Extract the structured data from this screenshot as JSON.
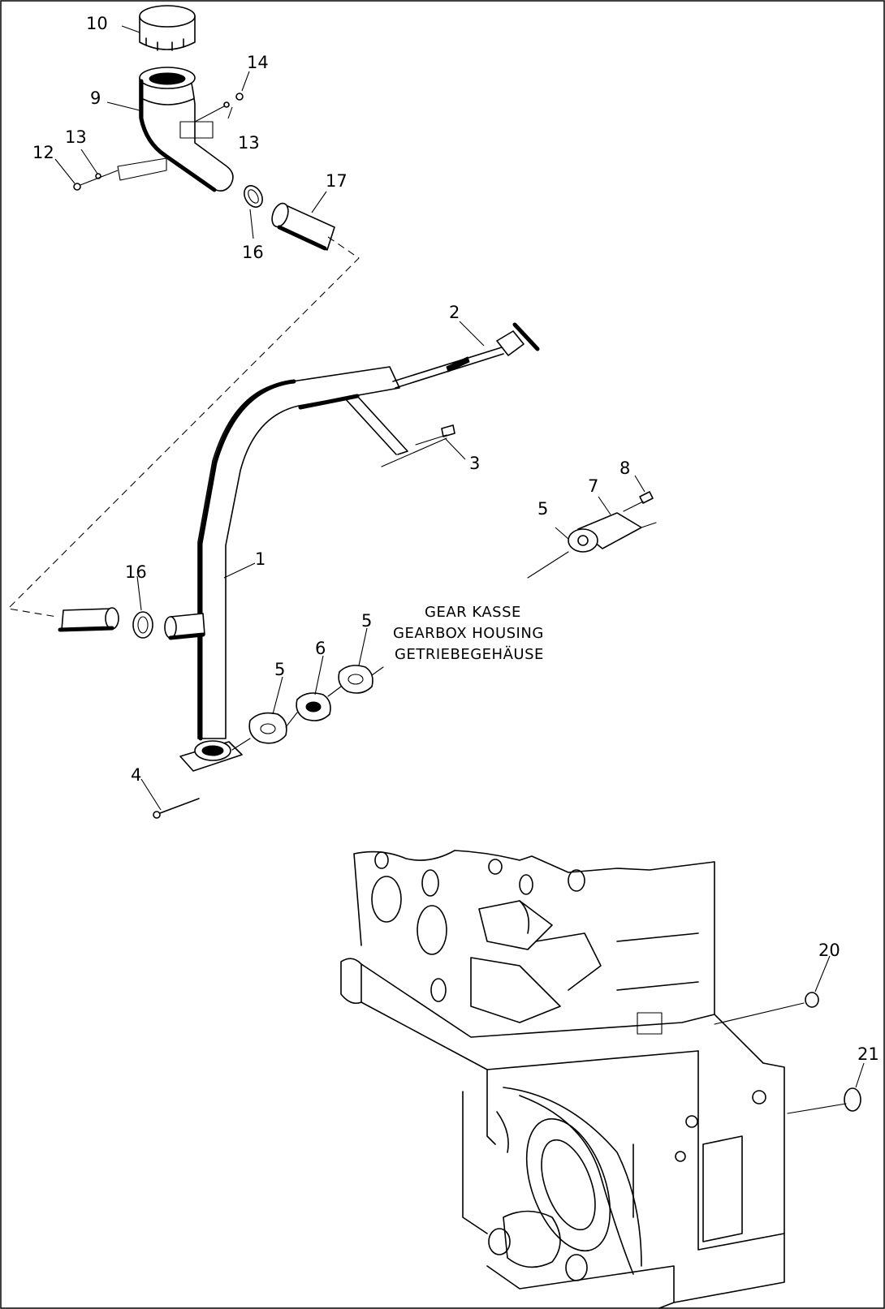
{
  "callouts": {
    "c10": "10",
    "c14": "14",
    "c9": "9",
    "c13a": "13",
    "c13b": "13",
    "c12": "12",
    "c17": "17",
    "c16a": "16",
    "c2": "2",
    "c3": "3",
    "c8": "8",
    "c7": "7",
    "c5a": "5",
    "c1": "1",
    "c16b": "16",
    "c5b": "5",
    "c6": "6",
    "c5c": "5",
    "c4": "4",
    "c20": "20",
    "c21": "21"
  },
  "caption": {
    "line1": "GEAR KASSE",
    "line2": "GEARBOX HOUSING",
    "line3": "GETRIEBEGEHÄUSE"
  }
}
